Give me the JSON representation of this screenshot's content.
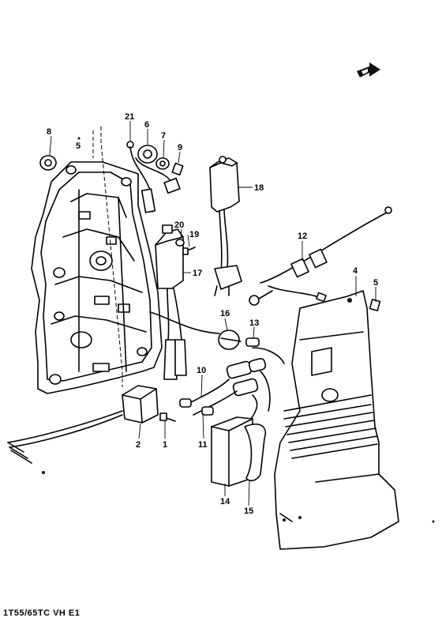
{
  "diagram": {
    "caption": "1T55/65TC VH E1",
    "front_arrow_icon": "forward-arrow-icon",
    "callouts": [
      {
        "id": "c1",
        "text": "1"
      },
      {
        "id": "c2",
        "text": "2"
      },
      {
        "id": "c4",
        "text": "4"
      },
      {
        "id": "c5a",
        "text": "5"
      },
      {
        "id": "c5b",
        "text": "5"
      },
      {
        "id": "c6",
        "text": "6"
      },
      {
        "id": "c7",
        "text": "7"
      },
      {
        "id": "c8",
        "text": "8"
      },
      {
        "id": "c9",
        "text": "9"
      },
      {
        "id": "c10",
        "text": "10"
      },
      {
        "id": "c11",
        "text": "11"
      },
      {
        "id": "c12",
        "text": "12"
      },
      {
        "id": "c13",
        "text": "13"
      },
      {
        "id": "c14",
        "text": "14"
      },
      {
        "id": "c15",
        "text": "15"
      },
      {
        "id": "c16",
        "text": "16"
      },
      {
        "id": "c17",
        "text": "17"
      },
      {
        "id": "c18",
        "text": "18"
      },
      {
        "id": "c19",
        "text": "19"
      },
      {
        "id": "c20",
        "text": "20"
      },
      {
        "id": "c21",
        "text": "21"
      }
    ]
  }
}
